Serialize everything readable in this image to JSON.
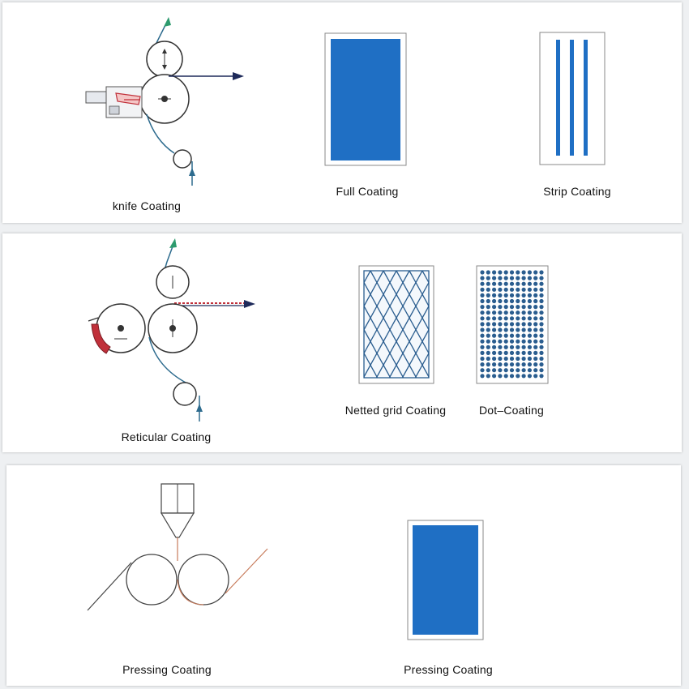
{
  "panels": [
    {
      "diagram_label": "knife Coating",
      "samples": [
        {
          "label": "Full Coating",
          "pattern": "full"
        },
        {
          "label": "Strip Coating",
          "pattern": "strips"
        }
      ]
    },
    {
      "diagram_label": "Reticular Coating",
      "samples": [
        {
          "label": "Netted grid Coating",
          "pattern": "grid"
        },
        {
          "label": "Dot–Coating",
          "pattern": "dots"
        }
      ]
    },
    {
      "diagram_label": "Pressing Coating",
      "samples": [
        {
          "label": "Pressing Coating",
          "pattern": "full"
        }
      ]
    }
  ],
  "colors": {
    "coating_blue": "#1f6fc4",
    "pattern_blue": "#2a5d8f",
    "web_line": "#2d6b8e",
    "line_dark": "#333333",
    "arrow_navy": "#1e2a5a",
    "knife_red": "#c0303a",
    "press_line": "#c87c5c"
  }
}
